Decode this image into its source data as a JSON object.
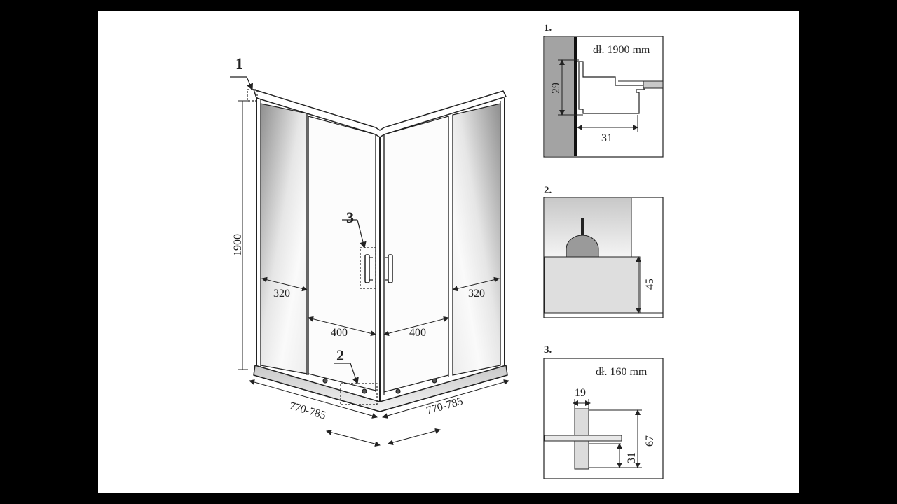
{
  "main": {
    "callouts": {
      "c1": "1",
      "c2": "2",
      "c3": "3"
    },
    "dims": {
      "height": "1900",
      "left_panel": "320",
      "right_panel": "320",
      "front_left": "400",
      "front_right": "400",
      "base_left": "770-785",
      "base_right": "770-785"
    }
  },
  "details": {
    "d1": {
      "title": "1.",
      "length": "dł. 1900 mm",
      "v": "29",
      "h": "31"
    },
    "d2": {
      "title": "2.",
      "v": "45"
    },
    "d3": {
      "title": "3.",
      "length": "dł. 160 mm",
      "w": "19",
      "h1": "67",
      "h2": "31"
    }
  },
  "colors": {
    "line": "#222222",
    "glass_mid": "#f7f7f7",
    "glass_dark": "#8f8f8f",
    "wall": "#a3a3a3"
  }
}
